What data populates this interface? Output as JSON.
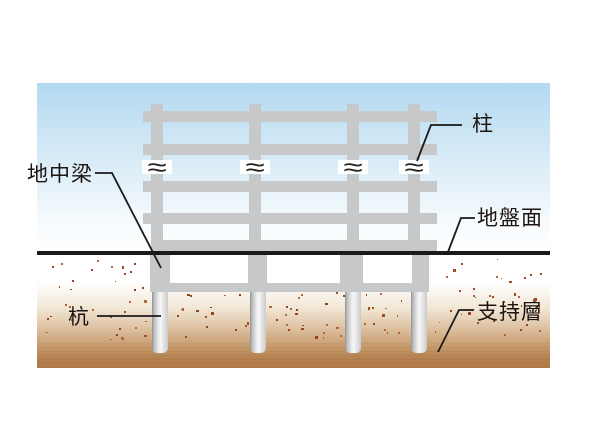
{
  "diagram": {
    "labels": {
      "pillar": "柱",
      "underground_beam": "地中梁",
      "ground_surface": "地盤面",
      "pile": "杭",
      "bearing_layer": "支持層"
    },
    "break_symbol": "≈",
    "colors": {
      "sky-top": "#b2d9f0",
      "sky-bottom": "#ffffff",
      "frame-gray": "#c7c8ca",
      "soil-brown": "#b07a47",
      "soil-dot": "#a04e24",
      "ink": "#1a1a1a"
    }
  }
}
